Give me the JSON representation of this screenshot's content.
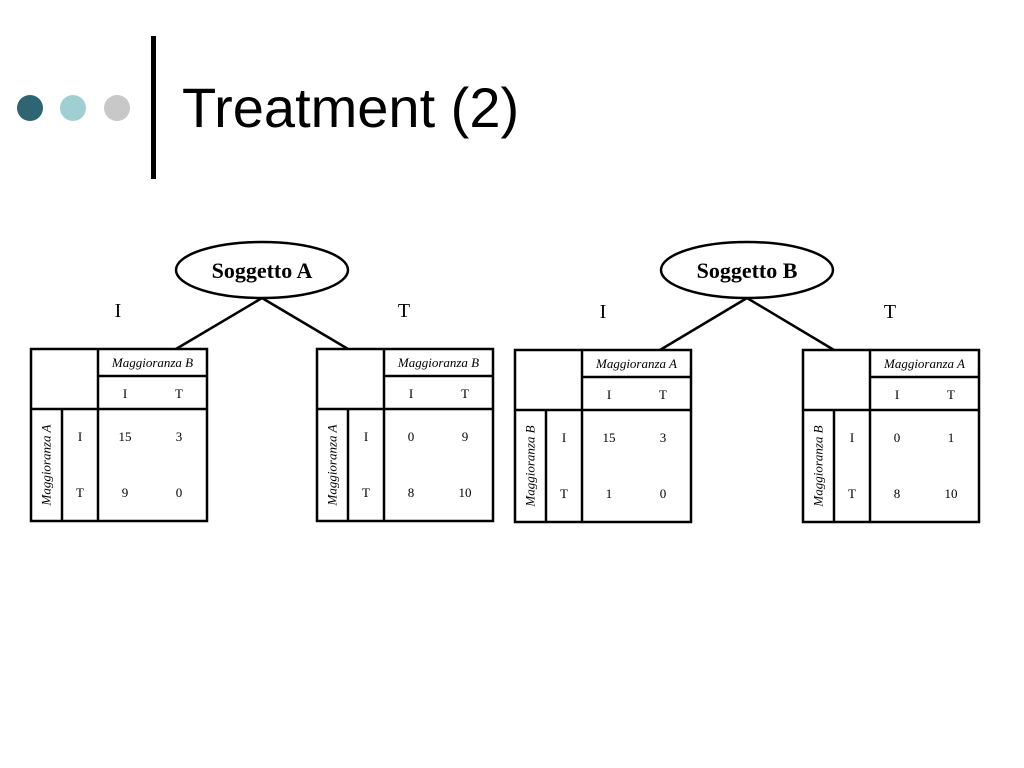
{
  "slide": {
    "title": "Treatment (2)",
    "bullet_colors": [
      "#2f6572",
      "#9fcfd2",
      "#c8c8c8"
    ]
  },
  "trees": [
    {
      "root": "Soggetto A",
      "branches": [
        "I",
        "T"
      ],
      "matrices": [
        {
          "col_player": "Maggioranza B",
          "row_player": "Maggioranza A",
          "col_strategies": [
            "I",
            "T"
          ],
          "row_strategies": [
            "I",
            "T"
          ],
          "cells": [
            [
              "15",
              "3"
            ],
            [
              "9",
              "0"
            ]
          ]
        },
        {
          "col_player": "Maggioranza B",
          "row_player": "Maggioranza A",
          "col_strategies": [
            "I",
            "T"
          ],
          "row_strategies": [
            "I",
            "T"
          ],
          "cells": [
            [
              "0",
              "9"
            ],
            [
              "8",
              "10"
            ]
          ]
        }
      ]
    },
    {
      "root": "Soggetto B",
      "branches": [
        "I",
        "T"
      ],
      "matrices": [
        {
          "col_player": "Maggioranza A",
          "row_player": "Maggioranza B",
          "col_strategies": [
            "I",
            "T"
          ],
          "row_strategies": [
            "I",
            "T"
          ],
          "cells": [
            [
              "15",
              "3"
            ],
            [
              "1",
              "0"
            ]
          ]
        },
        {
          "col_player": "Maggioranza A",
          "row_player": "Maggioranza B",
          "col_strategies": [
            "I",
            "T"
          ],
          "row_strategies": [
            "I",
            "T"
          ],
          "cells": [
            [
              "0",
              "1"
            ],
            [
              "8",
              "10"
            ]
          ]
        }
      ]
    }
  ]
}
